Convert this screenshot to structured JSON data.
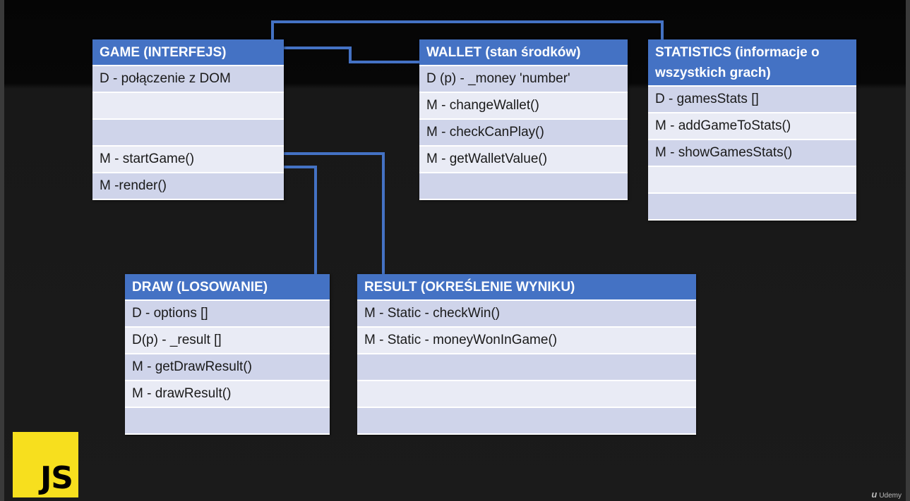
{
  "diagram": {
    "boxes": {
      "game": {
        "title": "GAME (INTERFEJS)",
        "rows": [
          "D - połączenie z DOM",
          "",
          "",
          "M - startGame()",
          "M -render()"
        ]
      },
      "wallet": {
        "title": "WALLET (stan środków)",
        "rows": [
          "D (p) - _money 'number'",
          "M - changeWallet()",
          "M - checkCanPlay()",
          "M - getWalletValue()",
          ""
        ]
      },
      "statistics": {
        "title": "STATISTICS (informacje o wszystkich  grach)",
        "rows": [
          "D - gamesStats []",
          "M - addGameToStats()",
          "M - showGamesStats()",
          "",
          ""
        ]
      },
      "draw": {
        "title": "DRAW (LOSOWANIE)",
        "rows": [
          "D - options []",
          "D(p) - _result []",
          "M - getDrawResult()",
          "M - drawResult()",
          ""
        ]
      },
      "result": {
        "title": "RESULT (OKREŚLENIE WYNIKU)",
        "rows": [
          "M - Static - checkWin()",
          "M - Static - moneyWonInGame()",
          "",
          "",
          ""
        ]
      }
    },
    "connector_color": "#4472c4",
    "header_color": "#4472c4",
    "row_colors": [
      "#cfd4ea",
      "#e9ebf5"
    ]
  },
  "branding": {
    "logo_text": "JS",
    "logo_color": "#f7df1e",
    "watermark_mark": "u",
    "watermark_text": "Udemy"
  }
}
